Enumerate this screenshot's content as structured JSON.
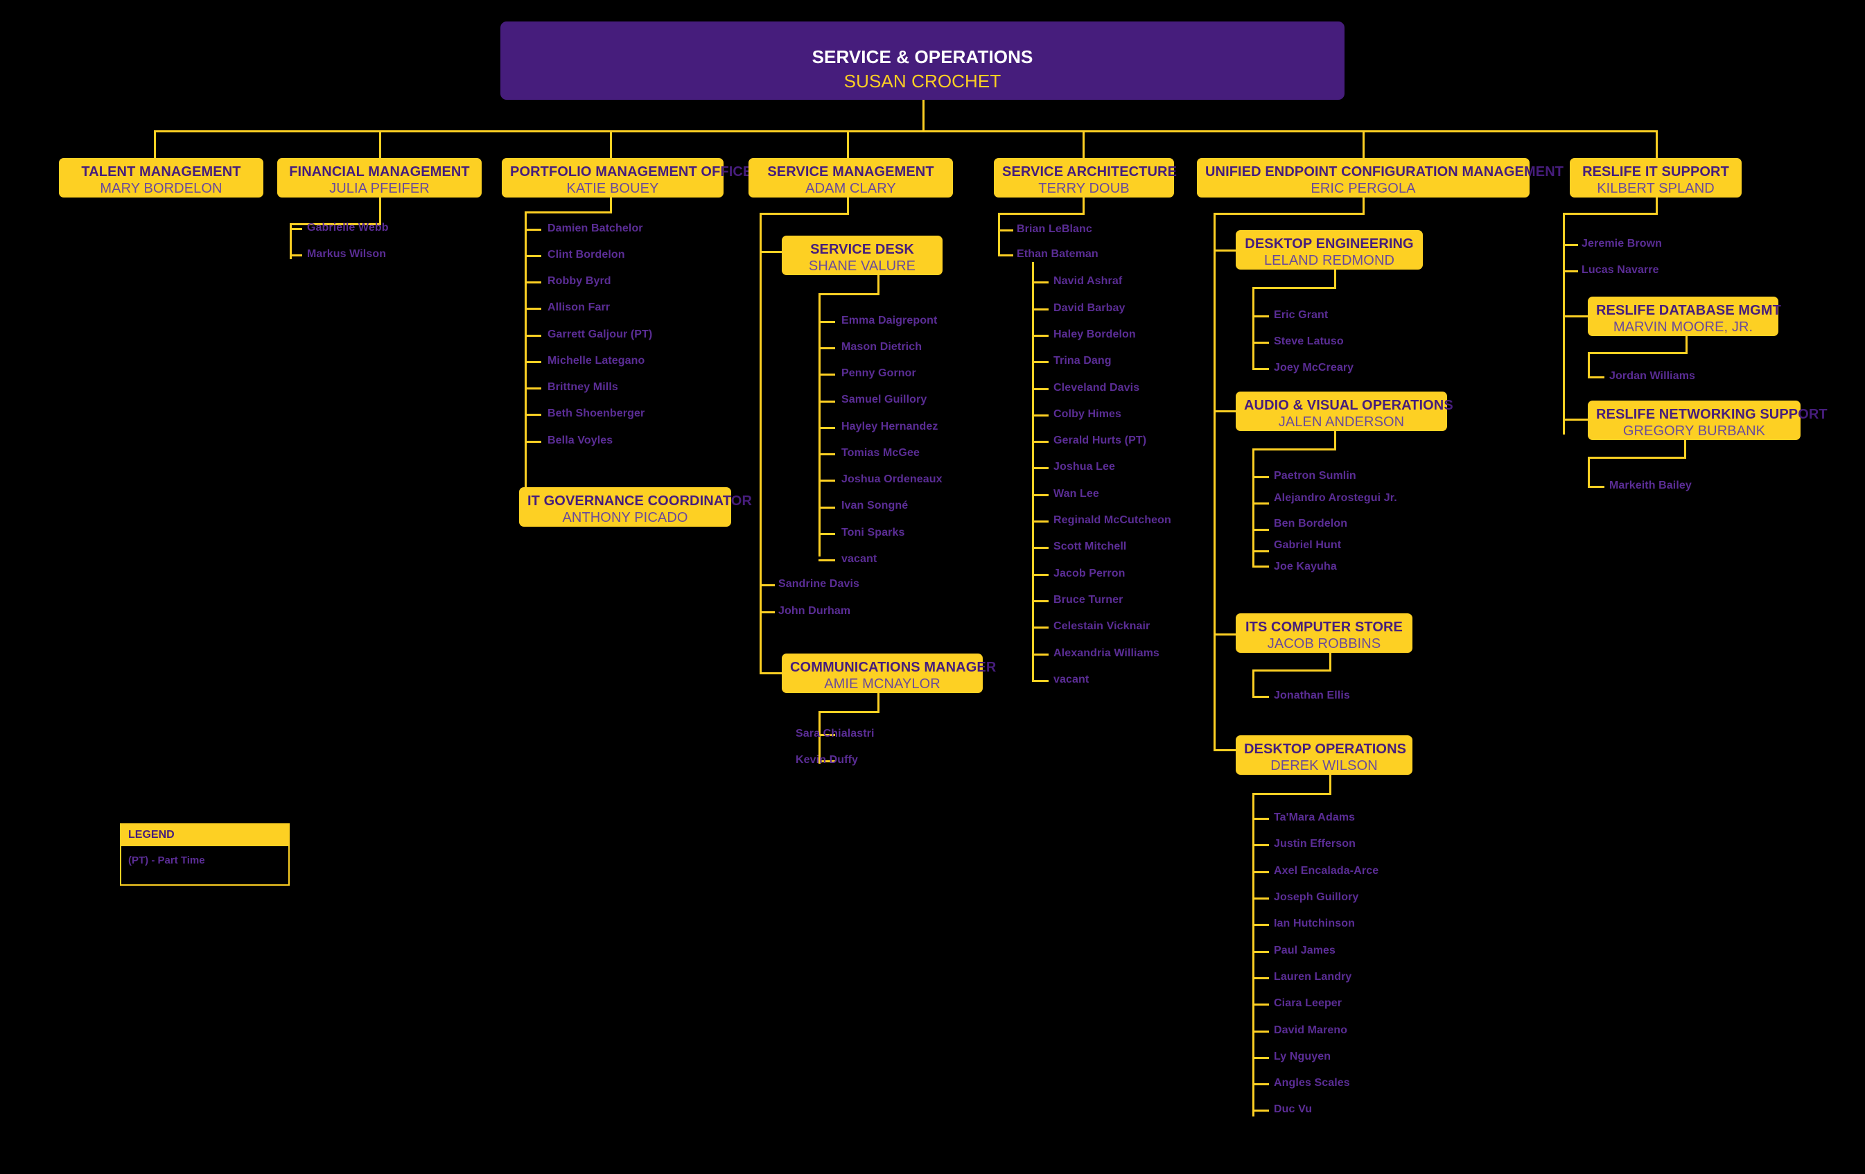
{
  "colors": {
    "background": "#000000",
    "gold": "#FDD023",
    "purple": "#461D7C",
    "name_purple": "#5B2D96",
    "leader_purple": "#6A4A9B",
    "root_name_gold": "#FDD023",
    "root_title_white": "#FFFFFF"
  },
  "root": {
    "unit": "SERVICE & OPERATIONS",
    "leader": "SUSAN CROCHET"
  },
  "divisions": {
    "talent_management": {
      "unit": "TALENT MANAGEMENT",
      "leader": "MARY BORDELON",
      "staff": []
    },
    "financial_management": {
      "unit": "FINANCIAL MANAGEMENT",
      "leader": "JULIA PFEIFER",
      "staff": [
        "Gabrielle Webb",
        "Markus Wilson"
      ]
    },
    "portfolio_management_office": {
      "unit": "PORTFOLIO MANAGEMENT OFFICE",
      "leader": "KATIE BOUEY",
      "staff": [
        "Damien Batchelor",
        "Clint Bordelon",
        "Robby Byrd",
        "Allison Farr",
        "Garrett Galjour (PT)",
        "Michelle Lategano",
        "Brittney Mills",
        "Beth Shoenberger",
        "Bella Voyles"
      ]
    },
    "it_governance_coordinator": {
      "unit": "IT GOVERNANCE COORDINATOR",
      "leader": "ANTHONY PICADO",
      "staff": []
    },
    "service_management": {
      "unit": "SERVICE MANAGEMENT",
      "leader": "ADAM CLARY",
      "staff": [
        "Sandrine Davis",
        "John Durham"
      ]
    },
    "service_desk": {
      "unit": "SERVICE DESK",
      "leader": "SHANE VALURE",
      "staff": [
        "Emma Daigrepont",
        "Mason Dietrich",
        "Penny Gornor",
        "Samuel Guillory",
        "Hayley Hernandez",
        "Tomias McGee",
        "Joshua Ordeneaux",
        "Ivan Songné",
        "Toni Sparks",
        "vacant"
      ]
    },
    "communications_manager": {
      "unit": "COMMUNICATIONS MANAGER",
      "leader": "AMIE MCNAYLOR",
      "staff": [
        "Sara Chialastri",
        "Kevin Duffy"
      ]
    },
    "service_architecture": {
      "unit": "SERVICE ARCHITECTURE",
      "leader": "TERRY DOUB",
      "staff": [
        "Brian LeBlanc",
        "Ethan Bateman"
      ],
      "bateman_staff": [
        "Navid Ashraf",
        "David Barbay",
        "Haley Bordelon",
        "Trina Dang",
        "Cleveland Davis",
        "Colby Himes",
        "Gerald Hurts (PT)",
        "Joshua Lee",
        "Wan Lee",
        "Reginald McCutcheon",
        "Scott Mitchell",
        "Jacob Perron",
        "Bruce Turner",
        "Celestain Vicknair",
        "Alexandria Williams",
        "vacant"
      ]
    },
    "unified_endpoint": {
      "unit": "UNIFIED ENDPOINT CONFIGURATION MANAGEMENT",
      "leader": "ERIC PERGOLA",
      "staff": []
    },
    "desktop_engineering": {
      "unit": "DESKTOP ENGINEERING",
      "leader": "LELAND REDMOND",
      "staff": [
        "Eric Grant",
        "Steve Latuso",
        "Joey McCreary"
      ]
    },
    "audio_visual_operations": {
      "unit": "AUDIO & VISUAL OPERATIONS",
      "leader": "JALEN ANDERSON",
      "staff": [
        "Paetron Sumlin",
        "Alejandro Arostegui Jr.",
        "Ben Bordelon",
        "Gabriel Hunt",
        "Joe Kayuha"
      ]
    },
    "its_computer_store": {
      "unit": "ITS COMPUTER STORE",
      "leader": "JACOB ROBBINS",
      "staff": [
        "Jonathan Ellis"
      ]
    },
    "desktop_operations": {
      "unit": "DESKTOP OPERATIONS",
      "leader": "DEREK WILSON",
      "staff": [
        "Ta'Mara Adams",
        "Justin Efferson",
        "Axel Encalada-Arce",
        "Joseph Guillory",
        "Ian Hutchinson",
        "Paul James",
        "Lauren Landry",
        "Ciara Leeper",
        "David Mareno",
        "Ly Nguyen",
        "Angles Scales",
        "Duc Vu"
      ]
    },
    "reslife_it_support": {
      "unit": "RESLIFE IT SUPPORT",
      "leader": "KILBERT SPLAND",
      "staff": [
        "Jeremie Brown",
        "Lucas Navarre"
      ]
    },
    "reslife_database_mgmt": {
      "unit": "RESLIFE DATABASE MGMT",
      "leader": "MARVIN MOORE, JR.",
      "staff": [
        "Jordan Williams"
      ]
    },
    "reslife_networking_support": {
      "unit": "RESLIFE NETWORKING SUPPORT",
      "leader": "GREGORY BURBANK",
      "staff": [
        "Markeith Bailey"
      ]
    }
  },
  "legend": {
    "title": "LEGEND",
    "items": [
      "(PT) - Part Time"
    ]
  }
}
